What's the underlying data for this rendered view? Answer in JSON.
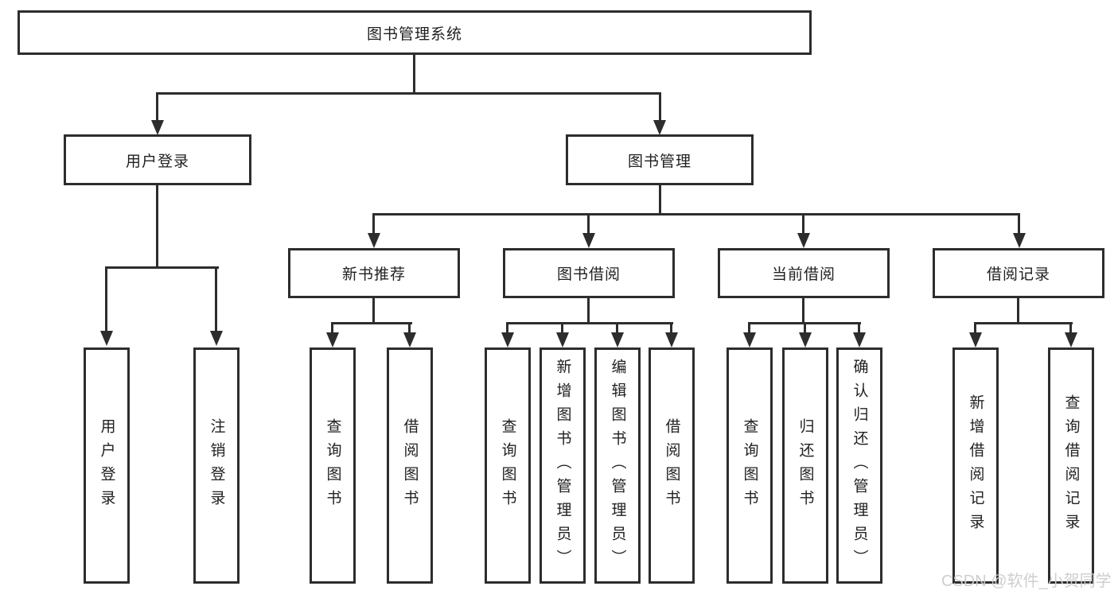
{
  "tree": {
    "root": "图书管理系统",
    "branches": [
      {
        "label": "用户登录",
        "children": [
          "用户登录",
          "注销登录"
        ]
      },
      {
        "label": "图书管理",
        "sections": [
          {
            "label": "新书推荐",
            "children": [
              "查询图书",
              "借阅图书"
            ]
          },
          {
            "label": "图书借阅",
            "children": [
              "查询图书",
              "新增图书（管理员）",
              "编辑图书（管理员）",
              "借阅图书"
            ]
          },
          {
            "label": "当前借阅",
            "children": [
              "查询图书",
              "归还图书",
              "确认归还（管理员）"
            ]
          },
          {
            "label": "借阅记录",
            "children": [
              "新增借阅记录",
              "查询借阅记录"
            ]
          }
        ]
      }
    ]
  },
  "watermark": "CSDN @软件_小贺同学",
  "colors": {
    "line": "#2d2d2d",
    "text": "#212121",
    "background": "#ffffff",
    "watermark": "#cbcbcb"
  }
}
